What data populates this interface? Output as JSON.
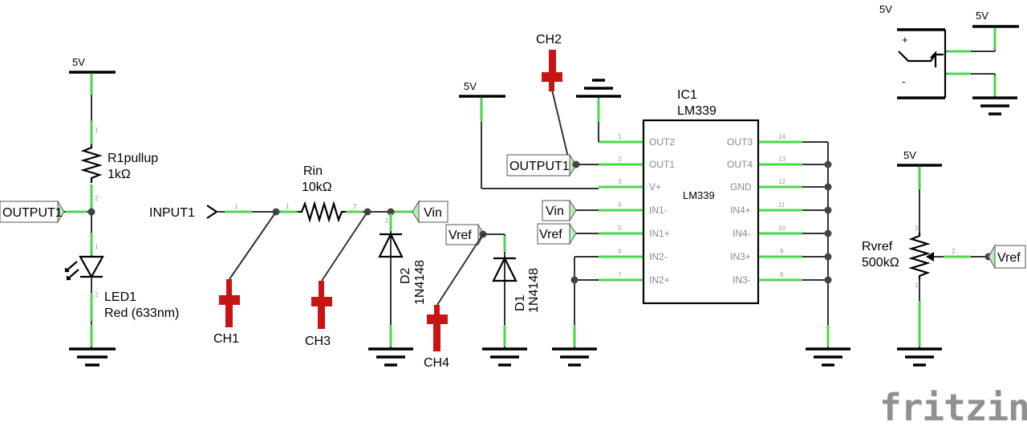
{
  "diagram": {
    "supply_labels": [
      "5V",
      "5V",
      "5V",
      "5V",
      "5V"
    ],
    "led_circuit": {
      "resistor_name": "R1pullup",
      "resistor_value": "1kΩ",
      "net_flag": "OUTPUT1",
      "led_name": "LED1",
      "led_desc": "Red (633nm)"
    },
    "input_circuit": {
      "input_label": "INPUT1",
      "resistor_name": "Rin",
      "resistor_value": "10kΩ",
      "vin_flag": "Vin",
      "d2_name": "D2",
      "d2_part": "1N4148",
      "vref_flag": "Vref",
      "d1_name": "D1",
      "d1_part": "1N4148"
    },
    "probes": [
      "CH1",
      "CH2",
      "CH3",
      "CH4"
    ],
    "ic": {
      "ref": "IC1",
      "part": "LM339",
      "body_label": "LM339",
      "left_pins": [
        {
          "num": "1",
          "name": "OUT2"
        },
        {
          "num": "2",
          "name": "OUT1"
        },
        {
          "num": "3",
          "name": "V+"
        },
        {
          "num": "4",
          "name": "IN1-"
        },
        {
          "num": "5",
          "name": "IN1+"
        },
        {
          "num": "6",
          "name": "IN2-"
        },
        {
          "num": "7",
          "name": "IN2+"
        }
      ],
      "right_pins": [
        {
          "num": "14",
          "name": "OUT3"
        },
        {
          "num": "13",
          "name": "OUT4"
        },
        {
          "num": "12",
          "name": "GND"
        },
        {
          "num": "11",
          "name": "IN4+"
        },
        {
          "num": "10",
          "name": "IN4-"
        },
        {
          "num": "9",
          "name": "IN3+"
        },
        {
          "num": "8",
          "name": "IN3-"
        }
      ],
      "flags": [
        "OUTPUT1",
        "Vin",
        "Vref"
      ]
    },
    "potentiometer": {
      "name": "Rvref",
      "value": "500kΩ",
      "flag": "Vref"
    },
    "power_jack": {
      "plus": "+",
      "minus": "-"
    },
    "pin_numbers": {
      "one": "1",
      "two": "2",
      "three": "3"
    },
    "logo": "fritzing"
  }
}
